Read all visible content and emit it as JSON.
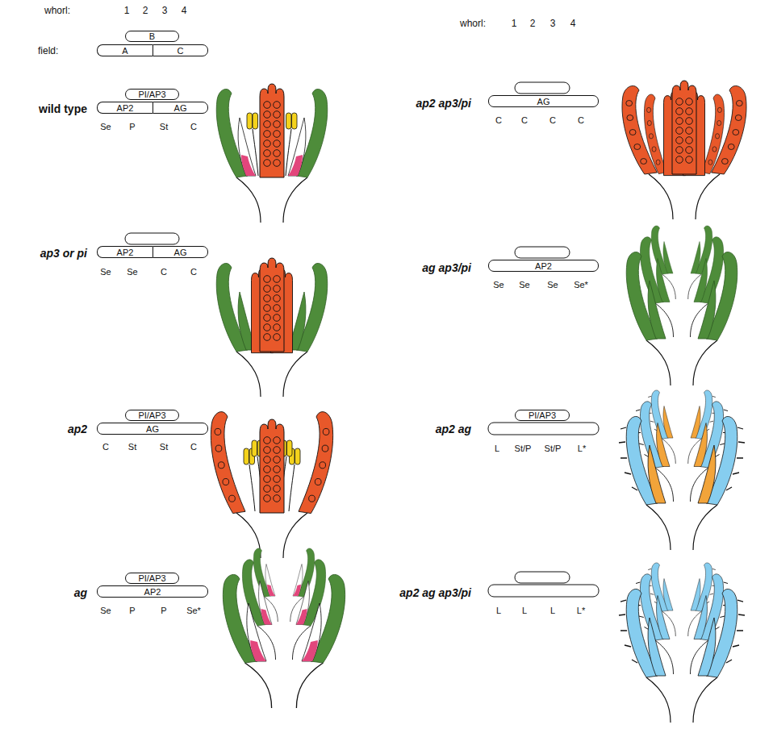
{
  "diagram": {
    "nodes": [
      {
        "text": [
          "B"
        ]
      },
      {
        "text": [
          "A"
        ]
      },
      {
        "text": [
          "C"
        ]
      },
      {
        "text": [
          "PI/AP3"
        ]
      },
      {
        "text": [
          "AP2"
        ]
      },
      {
        "text": [
          "AG"
        ]
      },
      {
        "text": [
          "AP2"
        ]
      },
      {
        "text": [
          "AG"
        ]
      },
      {
        "text": [
          "PI/AP3"
        ]
      },
      {
        "text": [
          "AG"
        ]
      },
      {
        "text": [
          "PI/AP3"
        ]
      },
      {
        "text": [
          "AP2"
        ]
      },
      {
        "text": [
          "AG"
        ]
      },
      {
        "text": [
          "AP2"
        ]
      },
      {
        "text": [
          "PI/AP3"
        ]
      }
    ],
    "labels": [
      "whorl:",
      "1",
      "2",
      "3",
      "4",
      "field:",
      "wild type",
      "Se",
      "P",
      "St",
      "C",
      "ap3 or pi",
      "Se",
      "Se",
      "C",
      "C",
      "ap2",
      "C",
      "St",
      "St",
      "C",
      "ag",
      "Se",
      "P",
      "P",
      "Se*",
      "whorl:",
      "1",
      "2",
      "3",
      "4",
      "ap2 ap3/pi",
      "C",
      "C",
      "C",
      "C",
      "ag ap3/pi",
      "Se",
      "Se",
      "Se",
      "Se*",
      "ap2 ag",
      "L",
      "St/P",
      "St/P",
      "L*",
      "ap2 ag ap3/pi",
      "L",
      "L",
      "L",
      "L*"
    ]
  }
}
